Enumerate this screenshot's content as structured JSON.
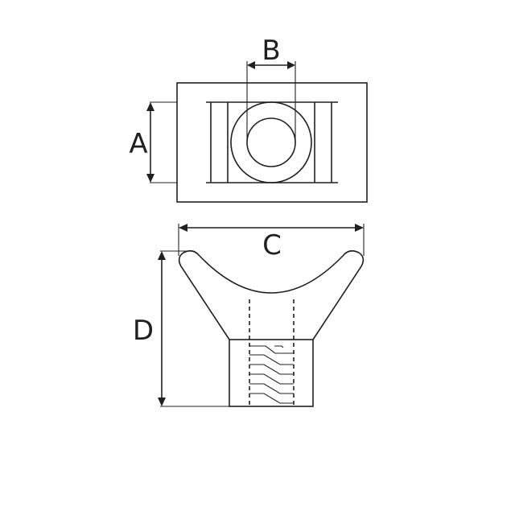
{
  "figure": {
    "type": "technical-drawing",
    "subject": "cable tie mount / saddle",
    "colors": {
      "line": "#231f20",
      "background": "#ffffff"
    },
    "views": [
      {
        "id": "top-view",
        "description": "plan view with ring and slot lines"
      },
      {
        "id": "front-view",
        "description": "side view with curved saddle and threaded base"
      }
    ],
    "dimensions": {
      "A": {
        "label": "A",
        "meaning": "slot width (top view, vertical)"
      },
      "B": {
        "label": "B",
        "meaning": "inner hole diameter"
      },
      "C": {
        "label": "C",
        "meaning": "overall saddle width"
      },
      "D": {
        "label": "D",
        "meaning": "overall height"
      }
    }
  }
}
